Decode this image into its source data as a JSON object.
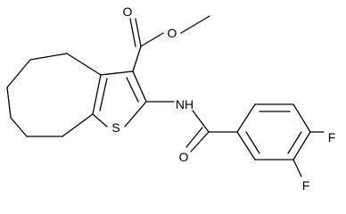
{
  "molecule": {
    "atoms": {
      "ester_carbonyl_o": "O",
      "ester_o": "O",
      "sulfur": "S",
      "amide_nh": "NH",
      "amide_o": "O",
      "fluorine_4": "F",
      "fluorine_3": "F"
    }
  },
  "colors": {
    "background": "#ffffff",
    "ink": "#000000"
  }
}
